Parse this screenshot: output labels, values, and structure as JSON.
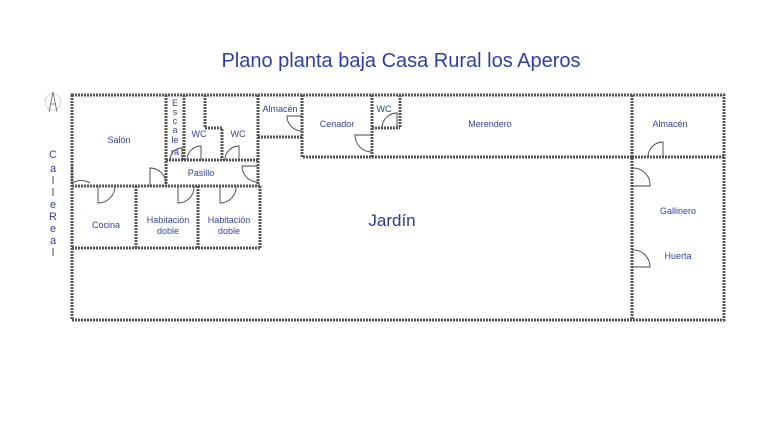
{
  "title": "Plano planta baja Casa Rural los Aperos",
  "street": [
    "C",
    "a",
    "l",
    "l",
    "e",
    "",
    "R",
    "e",
    "a",
    "l"
  ],
  "rooms": {
    "salon": "Salón",
    "escalera": [
      "E",
      "s",
      "c",
      "a",
      "le",
      "ra"
    ],
    "wc1": "WC",
    "wc2": "WC",
    "pasillo": "Pasillo",
    "cocina": "Cocina",
    "hab1": [
      "Habitación",
      "doble"
    ],
    "hab2": [
      "Habitación",
      "doble"
    ],
    "almacen1": "Almacén",
    "cenador": "Cenador",
    "wc3": "WC",
    "merendero": "Merendero",
    "almacen2": "Almacén",
    "jardin": "Jardín",
    "gallinero": "Gallinero",
    "huerta": "Huerta"
  },
  "colors": {
    "text": "#3443a0",
    "wall": "#555555"
  },
  "icons": {
    "north": "north-arrow-icon"
  }
}
